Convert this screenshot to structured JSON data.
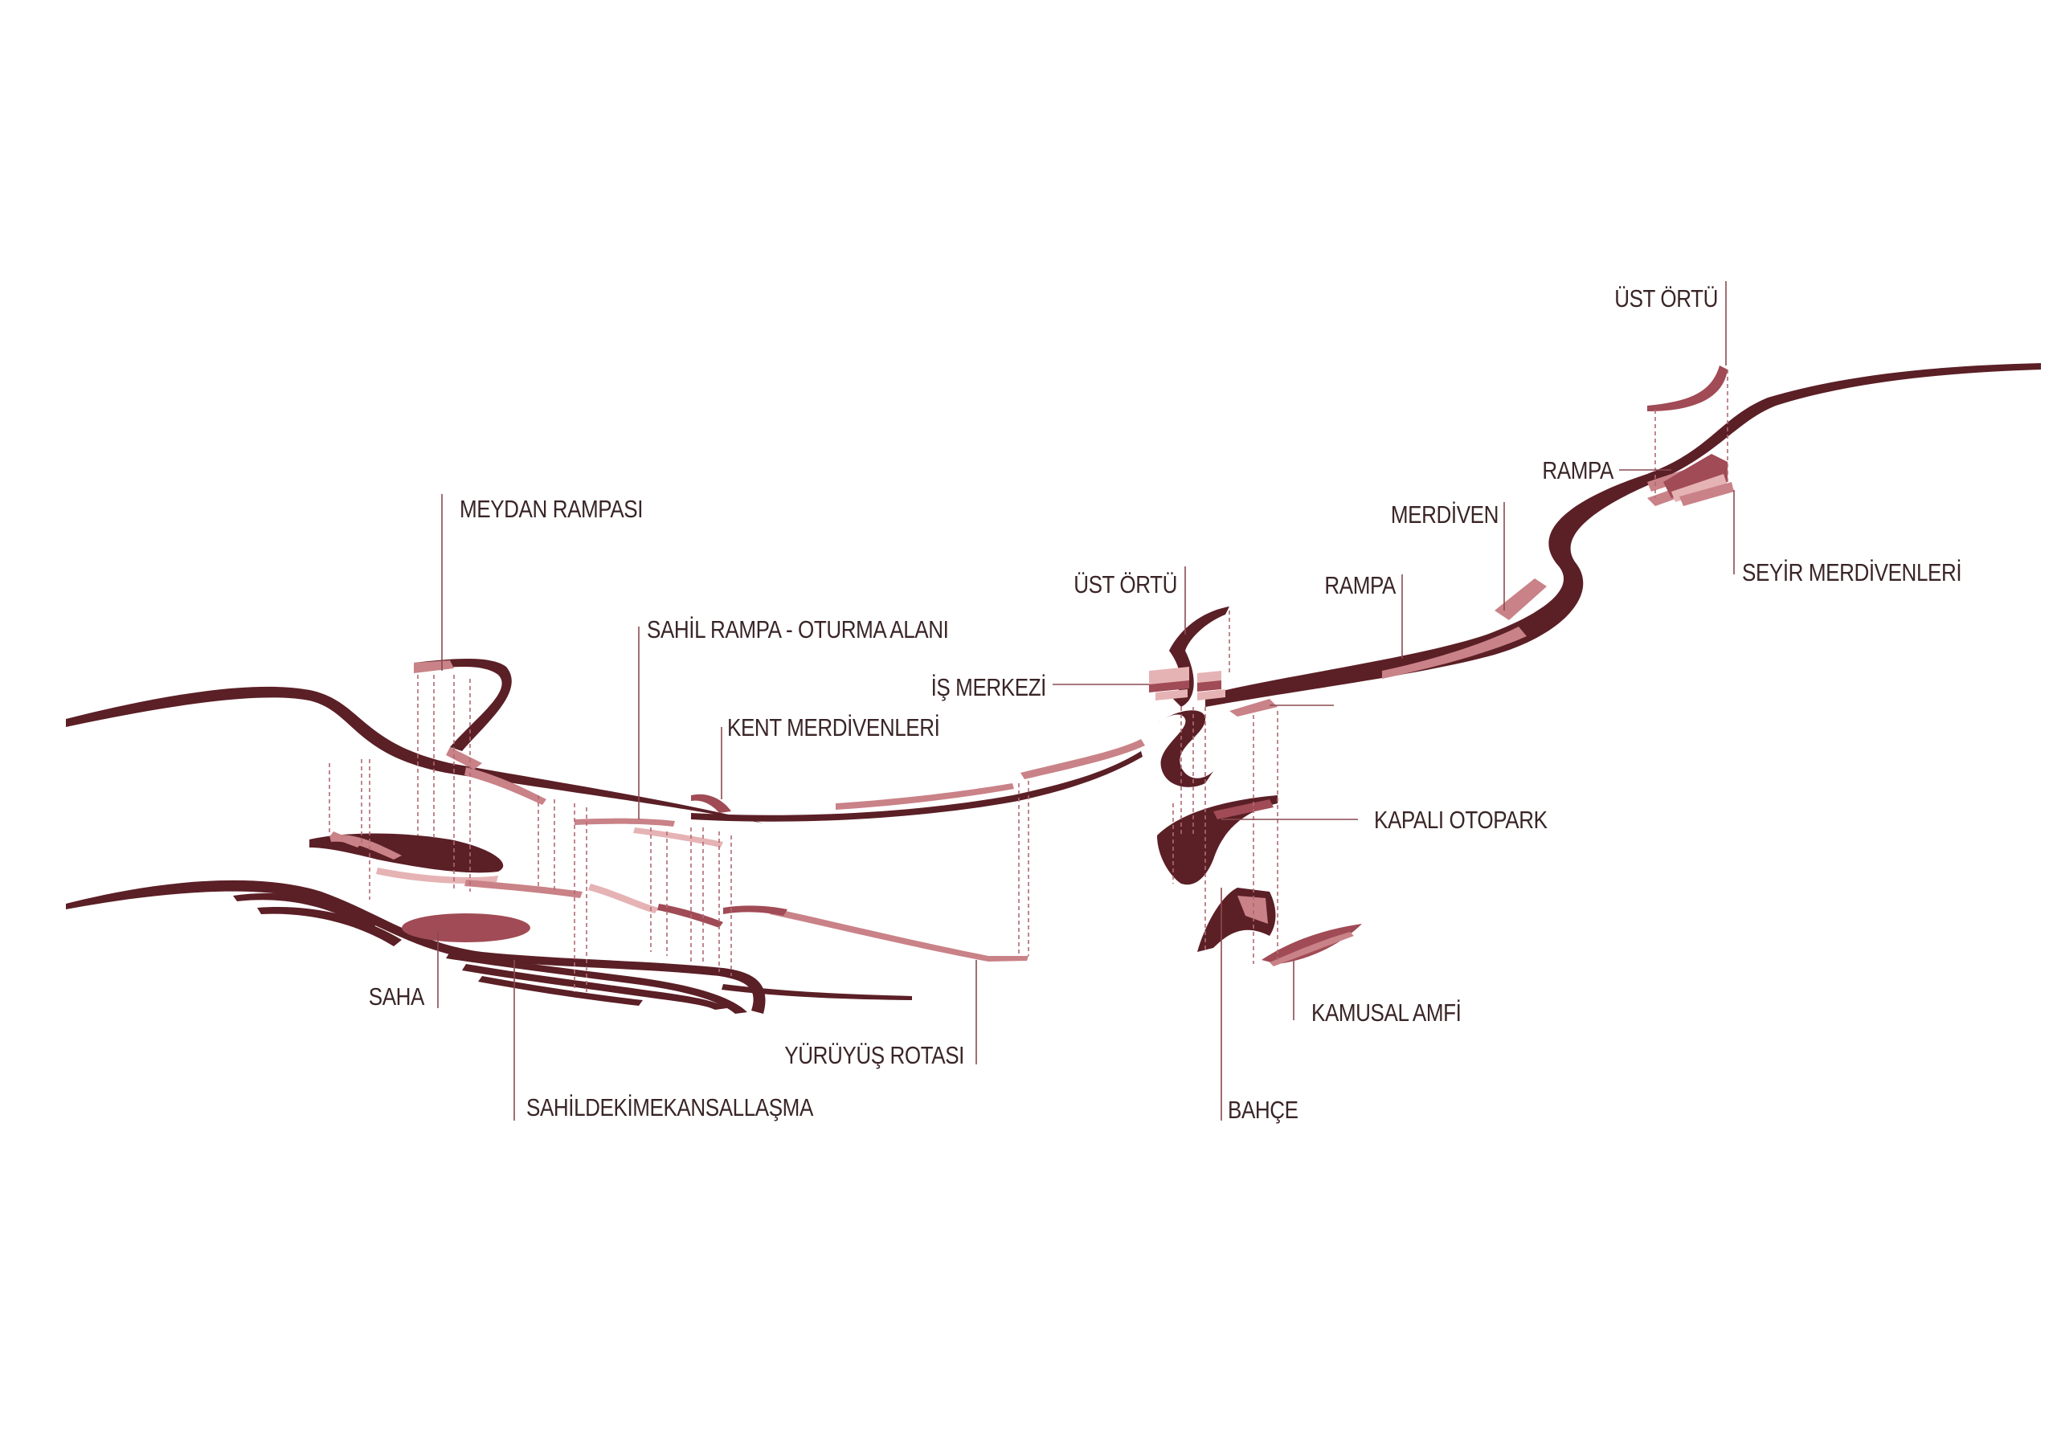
{
  "colors": {
    "dark": "#5b1f26",
    "mid": "#a04b55",
    "light": "#c98287",
    "pale": "#e6b3b5",
    "leader": "#8a4a50",
    "text": "#3a2526"
  },
  "labels": {
    "ust_ortu_top": "ÜST ÖRTÜ",
    "rampa_top": "RAMPA",
    "merdiven": "MERDİVEN",
    "seyir_merdivenleri": "SEYİR MERDİVENLERİ",
    "rampa_mid": "RAMPA",
    "ust_ortu_mid": "ÜST ÖRTÜ",
    "is_merkezi": "İŞ MERKEZİ",
    "kapali_otopark": "KAPALI OTOPARK",
    "kamusal_amfi": "KAMUSAL AMFİ",
    "bahce": "BAHÇE",
    "yuruyus_rotasi": "YÜRÜYÜŞ ROTASI",
    "meydan_rampasi": "MEYDAN RAMPASI",
    "sahil_rampa": "SAHİL RAMPA - OTURMA ALANI",
    "kent_merdivenleri": "KENT MERDİVENLERİ",
    "saha": "SAHA",
    "sahildeki": "SAHİLDEKİMEKANSALLAŞMA"
  }
}
